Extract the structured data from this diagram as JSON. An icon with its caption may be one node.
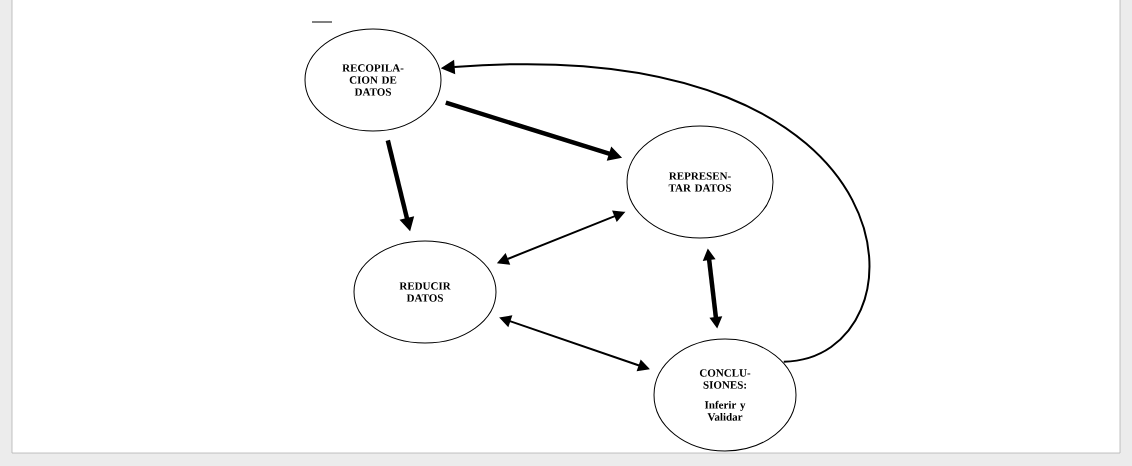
{
  "diagram": {
    "nodes": [
      {
        "text": [
          "RECOPILA- CION DE DATOS"
        ]
      },
      {
        "text": [
          "REPRESEN- TAR DATOS"
        ]
      },
      {
        "text": [
          "REDUCIR DATOS"
        ]
      },
      {
        "text": [
          "CONCLU- SIONES:",
          "Inferir y Validar"
        ]
      }
    ],
    "edges": [
      {
        "from": 0,
        "to": 1,
        "arrow": "to",
        "style": "thick"
      },
      {
        "from": 0,
        "to": 2,
        "arrow": "to",
        "style": "thick"
      },
      {
        "from": 1,
        "to": 2,
        "arrow": "both"
      },
      {
        "from": 1,
        "to": 3,
        "arrow": "both",
        "style": "thick"
      },
      {
        "from": 2,
        "to": 3,
        "arrow": "both"
      },
      {
        "from": 3,
        "to": 0,
        "arrow": "to"
      }
    ]
  }
}
